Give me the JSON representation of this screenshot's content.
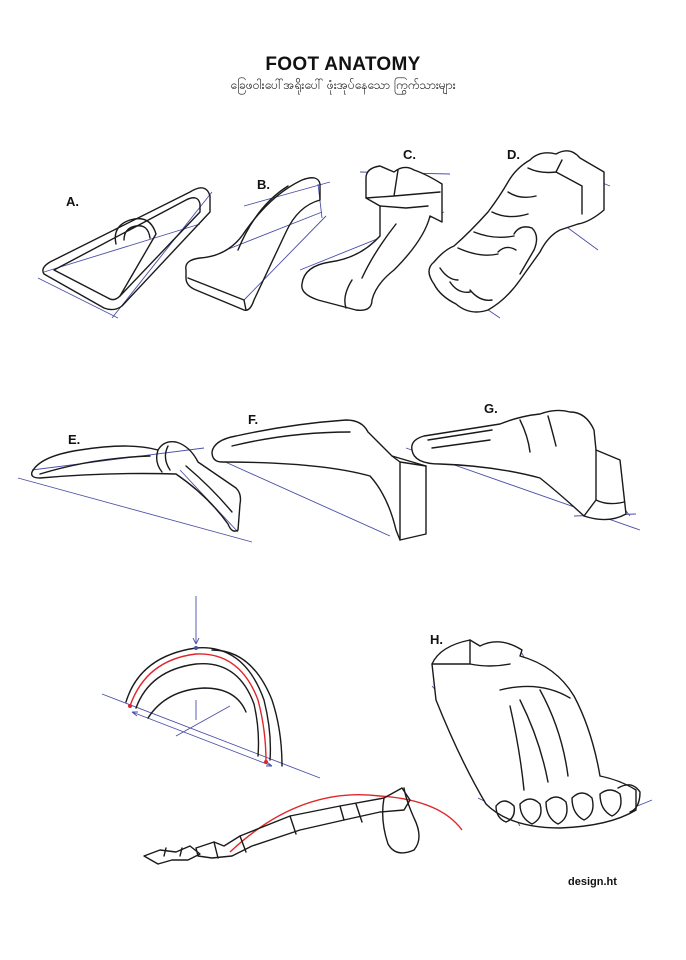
{
  "header": {
    "title": "FOOT ANATOMY",
    "subtitle": "ခြေဖဝါးပေါ်အရိုးပေါ် ဖုံးအုပ်နေသော ကြွက်သားများ"
  },
  "figures": [
    {
      "id": "A",
      "label": "A."
    },
    {
      "id": "B",
      "label": "B."
    },
    {
      "id": "C",
      "label": "C."
    },
    {
      "id": "D",
      "label": "D."
    },
    {
      "id": "E",
      "label": "E."
    },
    {
      "id": "F",
      "label": "F."
    },
    {
      "id": "G",
      "label": "G."
    },
    {
      "id": "H",
      "label": "H."
    }
  ],
  "footer": {
    "credit": "design.ht"
  },
  "colors": {
    "ink": "#1a1a1a",
    "guide": "#4a4fa8",
    "arch": "#e0262a",
    "background": "#ffffff"
  }
}
